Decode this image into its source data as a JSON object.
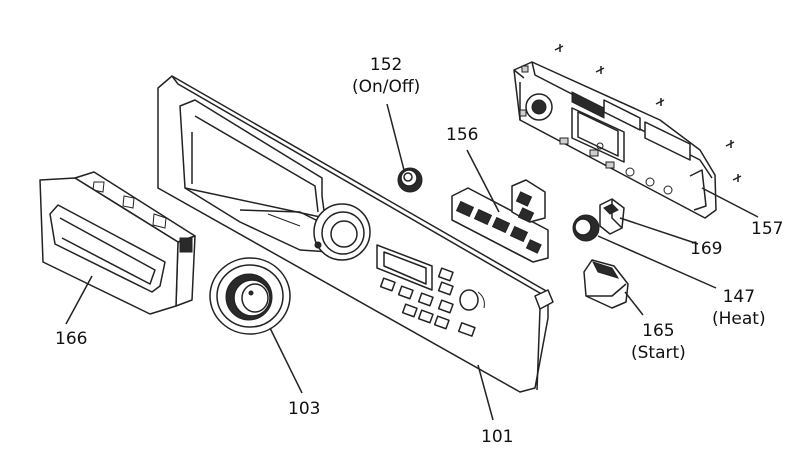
{
  "diagram": {
    "labels": [
      {
        "id": "p152",
        "number": "152",
        "sub": "(On/Off)"
      },
      {
        "id": "p156",
        "number": "156",
        "sub": ""
      },
      {
        "id": "p157",
        "number": "157",
        "sub": ""
      },
      {
        "id": "p169",
        "number": "169",
        "sub": ""
      },
      {
        "id": "p147",
        "number": "147",
        "sub": "(Heat)"
      },
      {
        "id": "p165",
        "number": "165",
        "sub": "(Start)"
      },
      {
        "id": "p166",
        "number": "166",
        "sub": ""
      },
      {
        "id": "p103",
        "number": "103",
        "sub": ""
      },
      {
        "id": "p101",
        "number": "101",
        "sub": ""
      }
    ]
  }
}
